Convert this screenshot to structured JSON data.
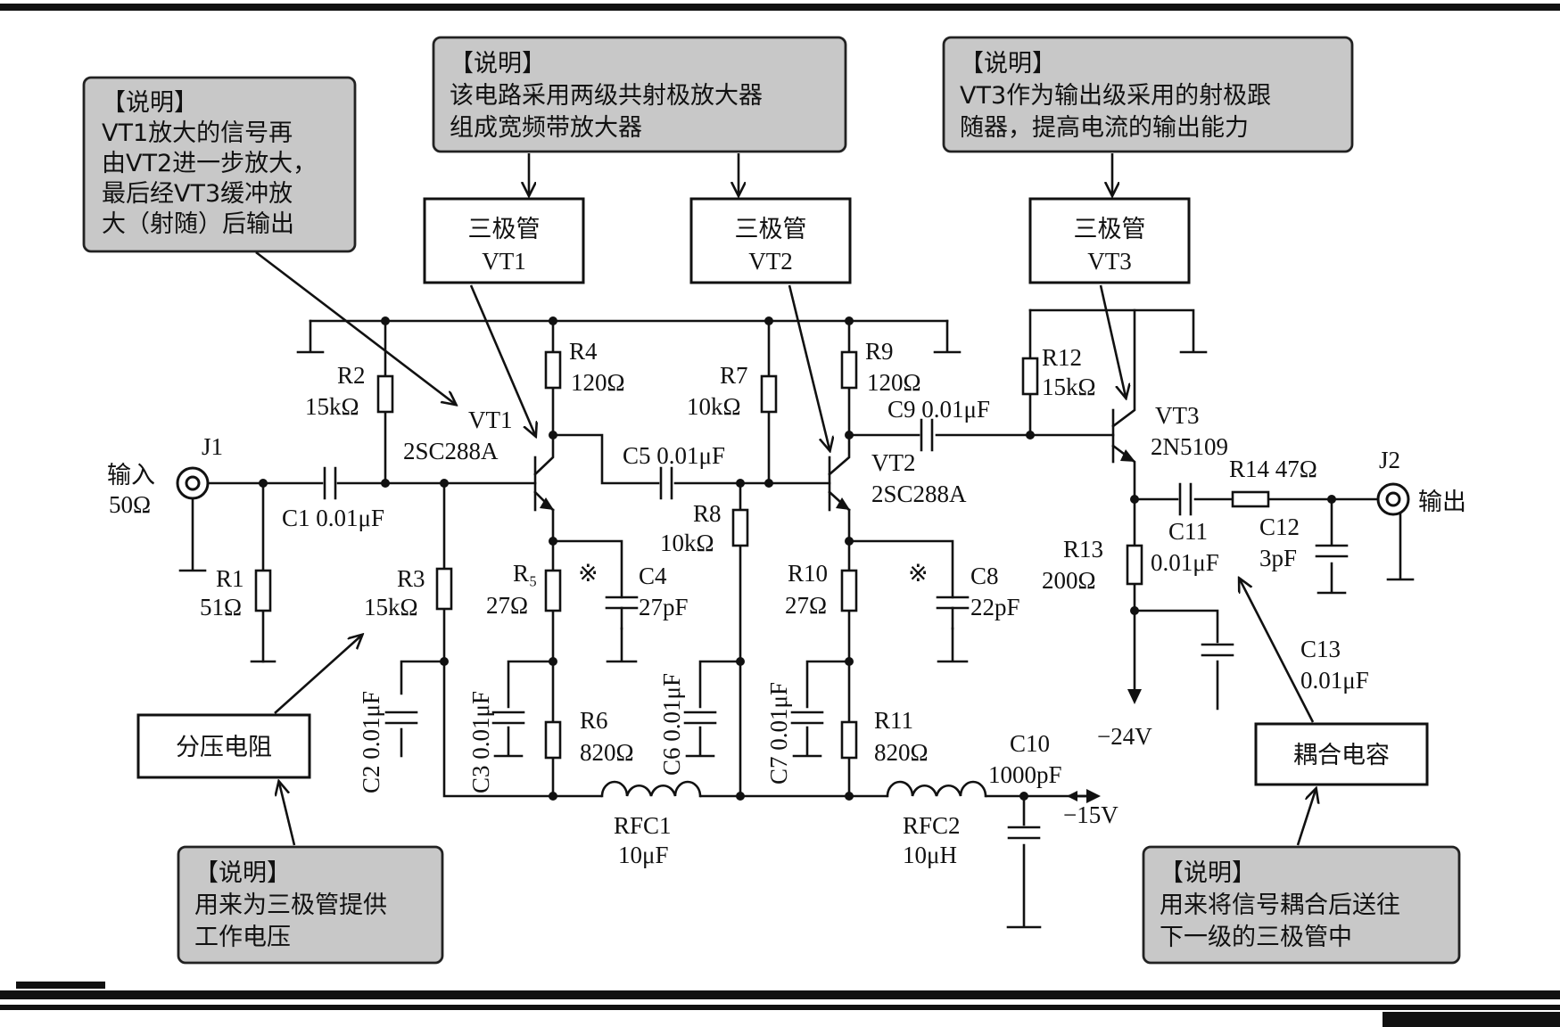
{
  "notes": {
    "left": {
      "title": "【说明】",
      "lines": [
        "VT1放大的信号再",
        "由VT2进一步放大，",
        "最后经VT3缓冲放",
        "大（射随）后输出"
      ]
    },
    "center": {
      "title": "【说明】",
      "lines": [
        "该电路采用两级共射极放大器",
        "组成宽频带放大器"
      ]
    },
    "right": {
      "title": "【说明】",
      "lines": [
        "VT3作为输出级采用的射极跟",
        "随器，提高电流的输出能力"
      ]
    },
    "bottom_left": {
      "title": "【说明】",
      "lines": [
        "用来为三极管提供",
        "工作电压"
      ]
    },
    "bottom_right": {
      "title": "【说明】",
      "lines": [
        "用来将信号耦合后送往",
        "下一级的三极管中"
      ]
    }
  },
  "boxes": {
    "vt1": {
      "line1": "三极管",
      "line2": "VT1"
    },
    "vt2": {
      "line1": "三极管",
      "line2": "VT2"
    },
    "vt3": {
      "line1": "三极管",
      "line2": "VT3"
    },
    "divider": "分压电阻",
    "coupling": "耦合电容"
  },
  "components": {
    "j1": "J1",
    "input": "输入",
    "input_imp": "50Ω",
    "j2": "J2",
    "output": "输出",
    "r1": "R1",
    "r1v": "51Ω",
    "c1": "C1 0.01μF",
    "r2": "R2",
    "r2v": "15kΩ",
    "r3": "R3",
    "r3v": "15kΩ",
    "c2": "C2 0.01μF",
    "vt1": "VT1",
    "vt1p": "2SC288A",
    "r4": "R4",
    "r4v": "120Ω",
    "r5": "R₅",
    "r5v": "27Ω",
    "c4": "C4",
    "c4v": "27pF",
    "mark": "※",
    "c3": "C3 0.01μF",
    "r6": "R6",
    "r6v": "820Ω",
    "c5": "C5 0.01μF",
    "r7": "R7",
    "r7v": "10kΩ",
    "r8": "R8",
    "r8v": "10kΩ",
    "c6": "C6 0.01μF",
    "rfc1": "RFC1",
    "rfc1v": "10μF",
    "vt2": "VT2",
    "vt2p": "2SC288A",
    "r9": "R9",
    "r9v": "120Ω",
    "r10": "R10",
    "r10v": "27Ω",
    "c8": "C8",
    "c8v": "22pF",
    "c7": "C7 0.01μF",
    "r11": "R11",
    "r11v": "820Ω",
    "rfc2": "RFC2",
    "rfc2v": "10μH",
    "c10": "C10",
    "c10v": "1000pF",
    "v15": "−15V",
    "c9": "C9 0.01μF",
    "r12": "R12",
    "r12v": "15kΩ",
    "vt3": "VT3",
    "vt3p": "2N5109",
    "r13": "R13",
    "r13v": "200Ω",
    "v24": "−24V",
    "c11": "C11",
    "c11v": "0.01μF",
    "r14": "R14 47Ω",
    "c12": "C12",
    "c12v": "3pF",
    "c13": "C13",
    "c13v": "0.01μF"
  }
}
